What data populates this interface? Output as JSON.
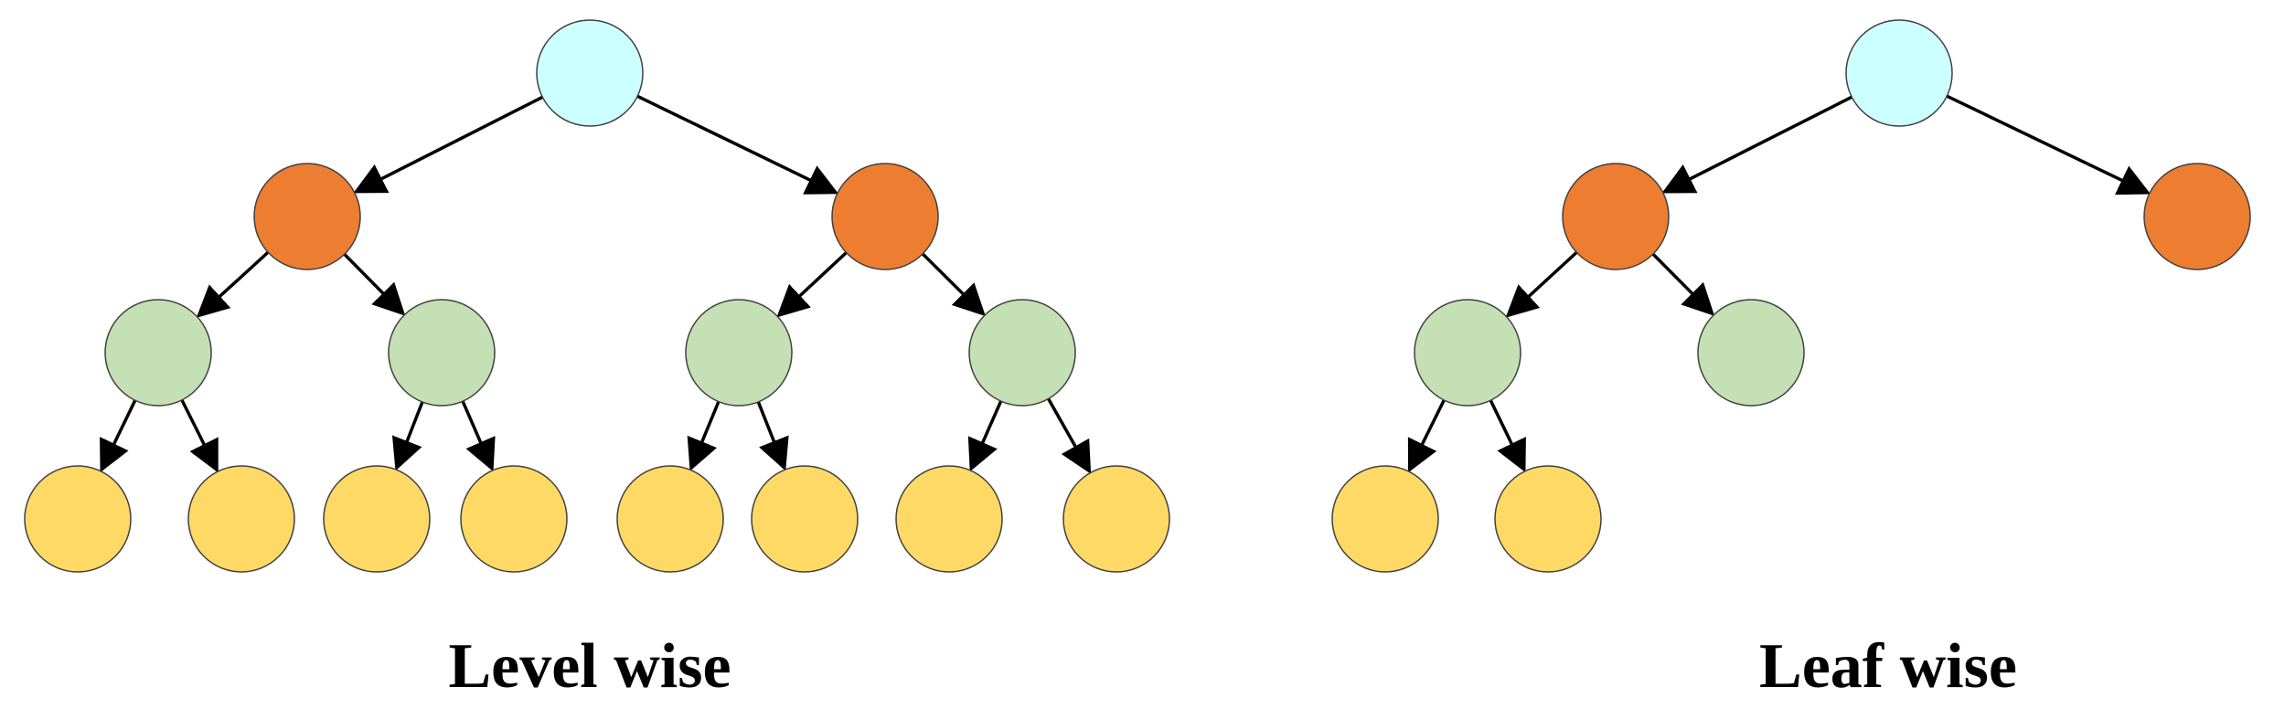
{
  "colors": {
    "root": "#CCFFFF",
    "level1": "#ED7D31",
    "level2": "#C5E0B4",
    "level3": "#FFD966",
    "outline": "#404040",
    "edge": "#000000"
  },
  "trees": [
    {
      "id": "level-wise",
      "caption": "Level wise",
      "nodes": [
        {
          "id": "n0",
          "level": "root"
        },
        {
          "id": "n1",
          "level": "level1"
        },
        {
          "id": "n2",
          "level": "level1"
        },
        {
          "id": "n3",
          "level": "level2"
        },
        {
          "id": "n4",
          "level": "level2"
        },
        {
          "id": "n5",
          "level": "level2"
        },
        {
          "id": "n6",
          "level": "level2"
        },
        {
          "id": "n7",
          "level": "level3"
        },
        {
          "id": "n8",
          "level": "level3"
        },
        {
          "id": "n9",
          "level": "level3"
        },
        {
          "id": "n10",
          "level": "level3"
        },
        {
          "id": "n11",
          "level": "level3"
        },
        {
          "id": "n12",
          "level": "level3"
        },
        {
          "id": "n13",
          "level": "level3"
        },
        {
          "id": "n14",
          "level": "level3"
        }
      ],
      "edges": [
        [
          "n0",
          "n1"
        ],
        [
          "n0",
          "n2"
        ],
        [
          "n1",
          "n3"
        ],
        [
          "n1",
          "n4"
        ],
        [
          "n2",
          "n5"
        ],
        [
          "n2",
          "n6"
        ],
        [
          "n3",
          "n7"
        ],
        [
          "n3",
          "n8"
        ],
        [
          "n4",
          "n9"
        ],
        [
          "n4",
          "n10"
        ],
        [
          "n5",
          "n11"
        ],
        [
          "n5",
          "n12"
        ],
        [
          "n6",
          "n13"
        ],
        [
          "n6",
          "n14"
        ]
      ]
    },
    {
      "id": "leaf-wise",
      "caption": "Leaf wise",
      "nodes": [
        {
          "id": "m0",
          "level": "root"
        },
        {
          "id": "m1",
          "level": "level1"
        },
        {
          "id": "m2",
          "level": "level1"
        },
        {
          "id": "m3",
          "level": "level2"
        },
        {
          "id": "m4",
          "level": "level2"
        },
        {
          "id": "m5",
          "level": "level3"
        },
        {
          "id": "m6",
          "level": "level3"
        }
      ],
      "edges": [
        [
          "m0",
          "m1"
        ],
        [
          "m0",
          "m2"
        ],
        [
          "m1",
          "m3"
        ],
        [
          "m1",
          "m4"
        ],
        [
          "m3",
          "m5"
        ],
        [
          "m3",
          "m6"
        ]
      ]
    }
  ]
}
